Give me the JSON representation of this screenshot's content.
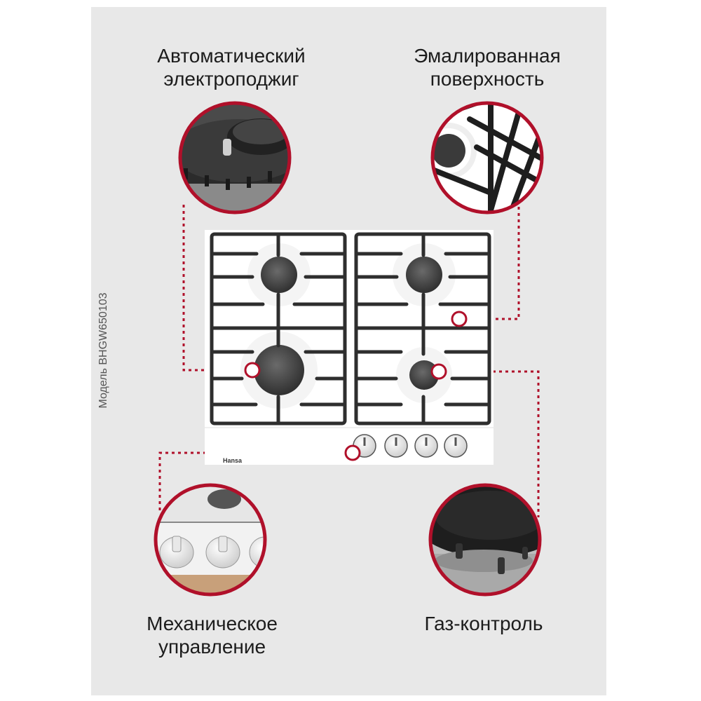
{
  "features": {
    "ignition": {
      "line1": "Автоматический",
      "line2": "электроподжиг",
      "icon": "ignition-closeup"
    },
    "enamel": {
      "line1": "Эмалированная",
      "line2": "поверхность",
      "icon": "enamel-closeup"
    },
    "mechanical": {
      "line1": "Механическое",
      "line2": "управление",
      "icon": "knobs-closeup"
    },
    "gas_control": {
      "line1": "Газ-контроль",
      "icon": "thermocouple-closeup"
    }
  },
  "model": "Модель BHGW650103",
  "brand": "Hansa",
  "colors": {
    "accent": "#b0102a",
    "background": "#e8e8e8",
    "hob": "#ffffff",
    "grate": "#2e2e2e",
    "text": "#1c1c1c"
  }
}
